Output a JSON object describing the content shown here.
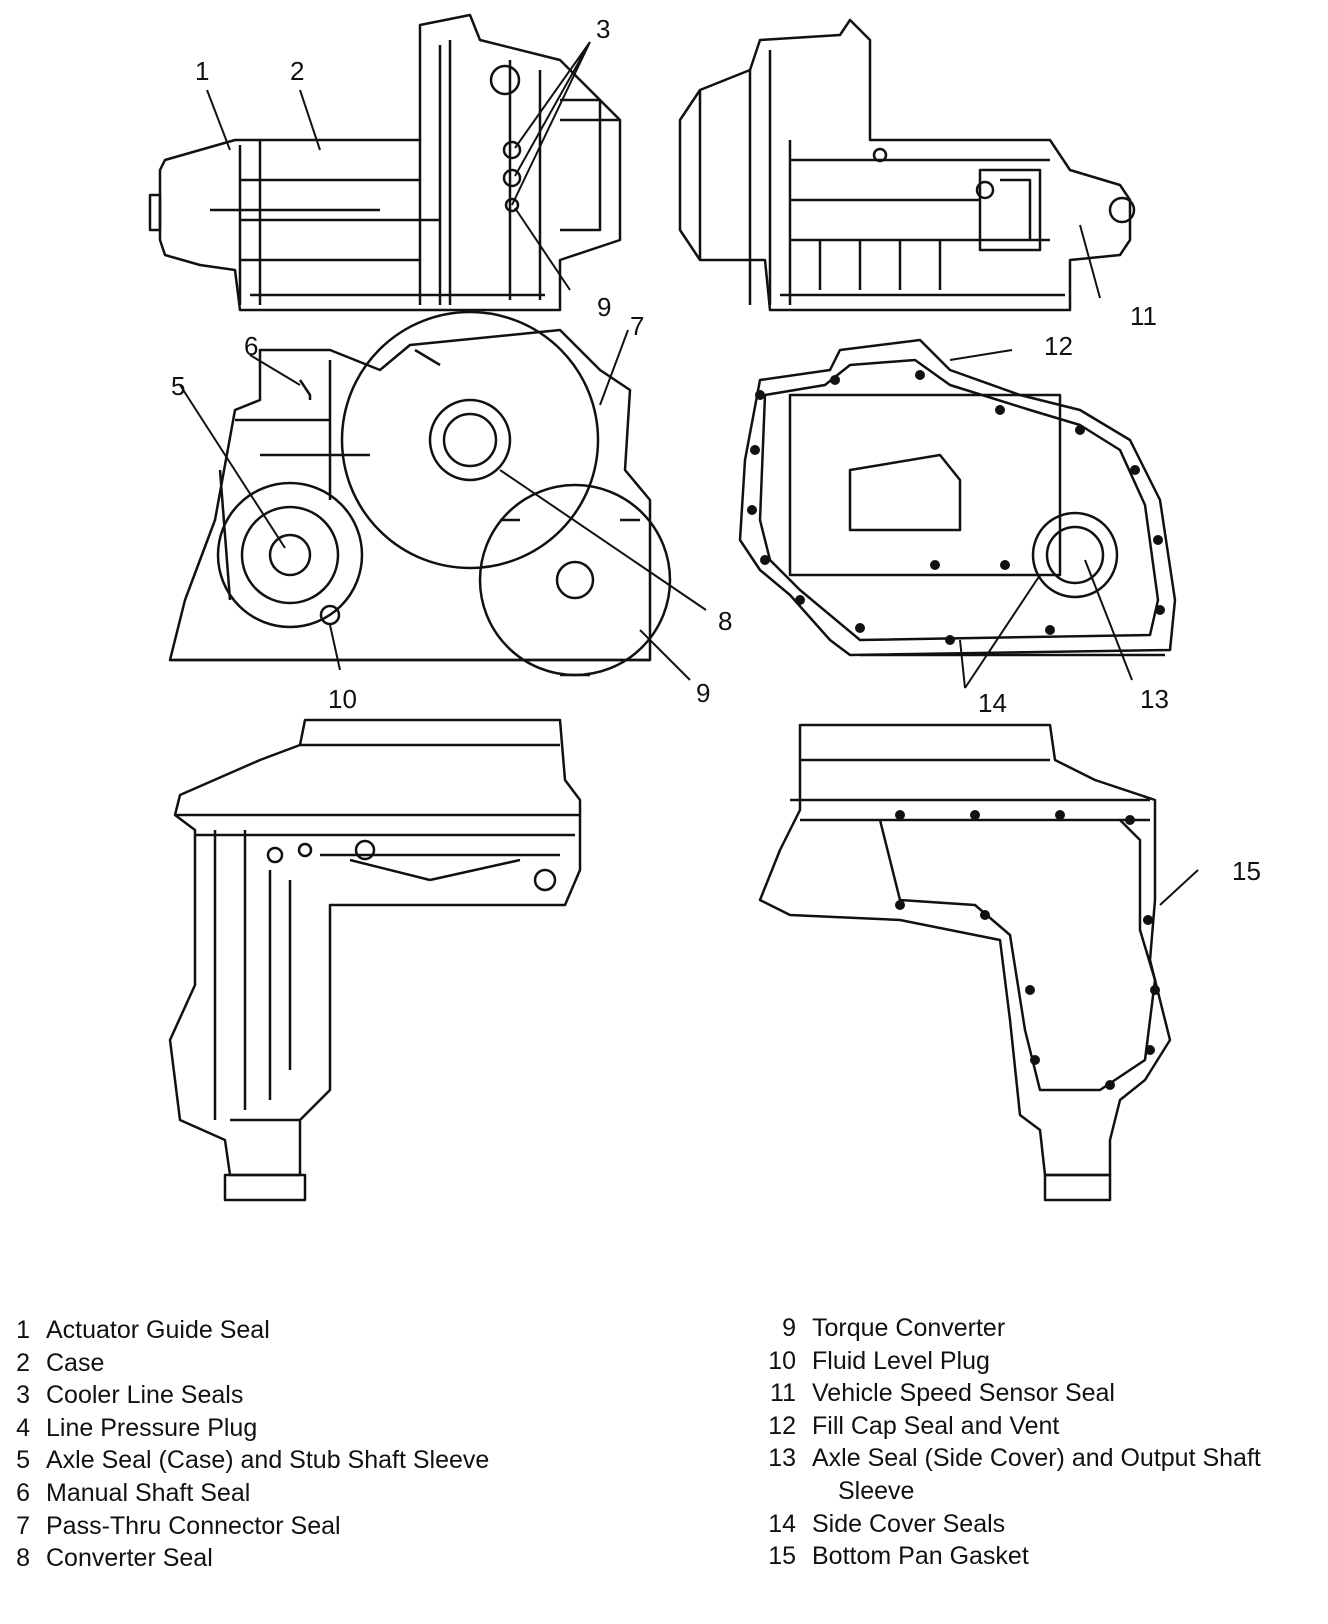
{
  "callouts": {
    "c1": "1",
    "c2": "2",
    "c3": "3",
    "c5": "5",
    "c6": "6",
    "c7": "7",
    "c8": "8",
    "c9a": "9",
    "c9b": "9",
    "c10": "10",
    "c11": "11",
    "c12": "12",
    "c13": "13",
    "c14": "14",
    "c15": "15"
  },
  "legend_left": [
    {
      "num": "1",
      "text": "Actuator Guide Seal"
    },
    {
      "num": "2",
      "text": "Case"
    },
    {
      "num": "3",
      "text": "Cooler Line Seals"
    },
    {
      "num": "4",
      "text": "Line Pressure Plug"
    },
    {
      "num": "5",
      "text": "Axle Seal (Case) and Stub Shaft Sleeve"
    },
    {
      "num": "6",
      "text": "Manual Shaft Seal"
    },
    {
      "num": "7",
      "text": "Pass-Thru Connector Seal"
    },
    {
      "num": "8",
      "text": "Converter Seal"
    }
  ],
  "legend_right": [
    {
      "num": "9",
      "text": "Torque Converter"
    },
    {
      "num": "10",
      "text": "Fluid Level Plug"
    },
    {
      "num": "11",
      "text": "Vehicle Speed Sensor Seal"
    },
    {
      "num": "12",
      "text": "Fill Cap Seal and Vent"
    },
    {
      "num": "13",
      "text": "Axle Seal (Side Cover) and Output Shaft",
      "cont": "Sleeve"
    },
    {
      "num": "14",
      "text": "Side Cover Seals"
    },
    {
      "num": "15",
      "text": "Bottom Pan Gasket"
    }
  ]
}
